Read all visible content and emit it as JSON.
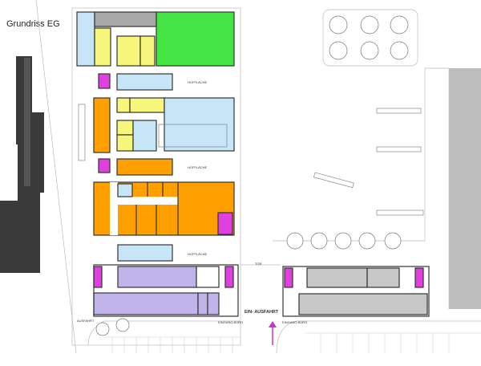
{
  "title": "Grundriss EG",
  "labels": {
    "hof_1": "HOFFLÄCHE",
    "hof_2": "HOFFLÄCHE",
    "hof_3": "HOFFLÄCHE",
    "ein_ausfahrt": "EIN- AUSFAHRT",
    "eingang_buero_1": "EINGANG BÜRO",
    "eingang_buero_2": "EINGANG BÜRO",
    "ausfahrt": "AUSFAHRT",
    "tor": "TOR"
  },
  "colors": {
    "hall_green": "#44e444",
    "storage_gray": "#a8a8a8",
    "light_blue": "#c6e6f8",
    "yellow": "#f6f67a",
    "orange": "#ff9f00",
    "magenta": "#e040e0",
    "office_purple": "#c0b4ea",
    "office_gray": "#c8c8c8",
    "neighbor_dark": "#3a3a3a",
    "arrow": "#cc33cc"
  }
}
